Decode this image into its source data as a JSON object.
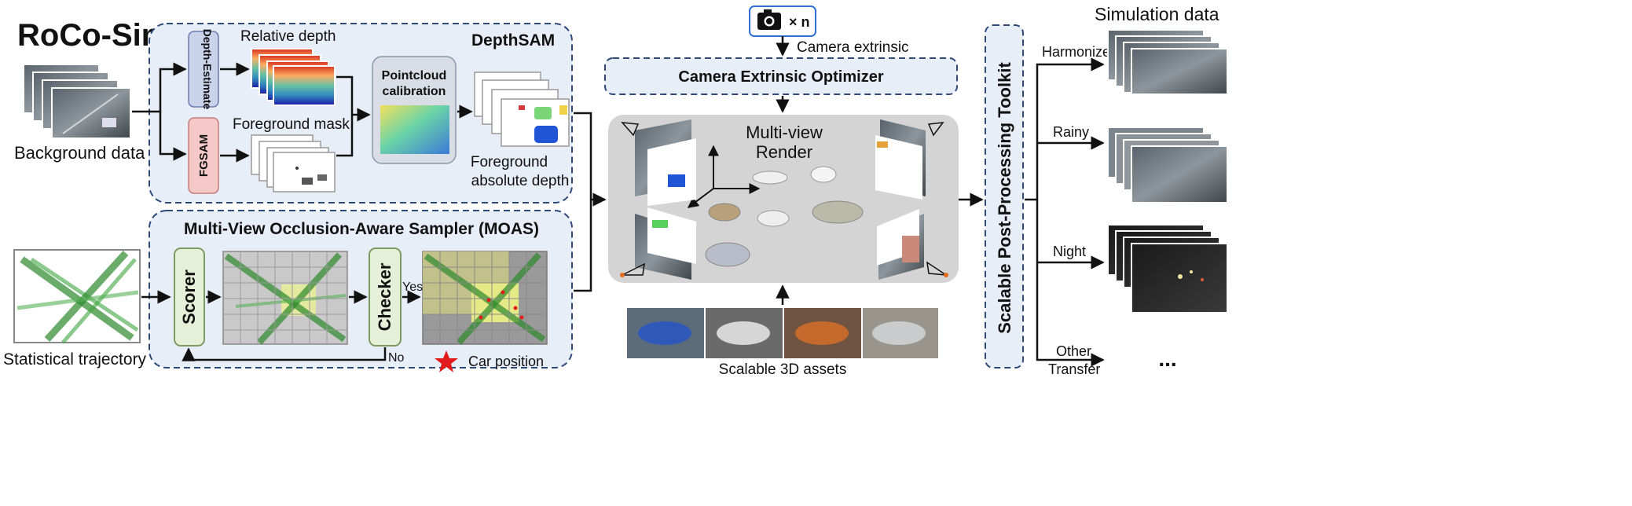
{
  "title": "RoCo-Sim",
  "depthsam": {
    "title": "DepthSAM",
    "depth_estimate_label": "Depth-Estimate",
    "fgsam_label": "FGSAM",
    "relative_depth_label": "Relative depth",
    "foreground_mask_label": "Foreground mask",
    "pointcloud_label_line1": "Pointcloud",
    "pointcloud_label_line2": "calibration",
    "foreground_depth_line1": "Foreground",
    "foreground_depth_line2": "absolute depth"
  },
  "background_label": "Background data",
  "moas": {
    "title": "Multi-View Occlusion-Aware Sampler (MOAS)",
    "scorer_label": "Scorer",
    "checker_label": "Checker",
    "yes_label": "Yes",
    "no_label": "No",
    "car_position_label": "Car position"
  },
  "statistical_trajectory_label": "Statistical trajectory",
  "camera": {
    "count_label": "× n",
    "extrinsic_label": "Camera extrinsic",
    "optimizer_label": "Camera Extrinsic Optimizer"
  },
  "render": {
    "title_line1": "Multi-view",
    "title_line2": "Render"
  },
  "assets_label": "Scalable 3D assets",
  "toolkit_label": "Scalable Post-Processing Toolkit",
  "simulation_title": "Simulation data",
  "outputs": [
    {
      "label": "Harmonize"
    },
    {
      "label": "Rainy"
    },
    {
      "label": "Night"
    },
    {
      "label_line1": "Other",
      "label_line2": "Transfer"
    }
  ],
  "ellipsis": "...",
  "colors": {
    "panel_fill": "#e8eef7",
    "panel_border": "#2e4a7a",
    "depth_box": "#c9d3ea",
    "fgsam_box": "#f6c9c9",
    "green_box": "#e6f0d8",
    "green_border": "#7c9a62",
    "render_bg": "#d4d4d4",
    "camera_border": "#2f6fd6",
    "star": "#e01b1b"
  }
}
